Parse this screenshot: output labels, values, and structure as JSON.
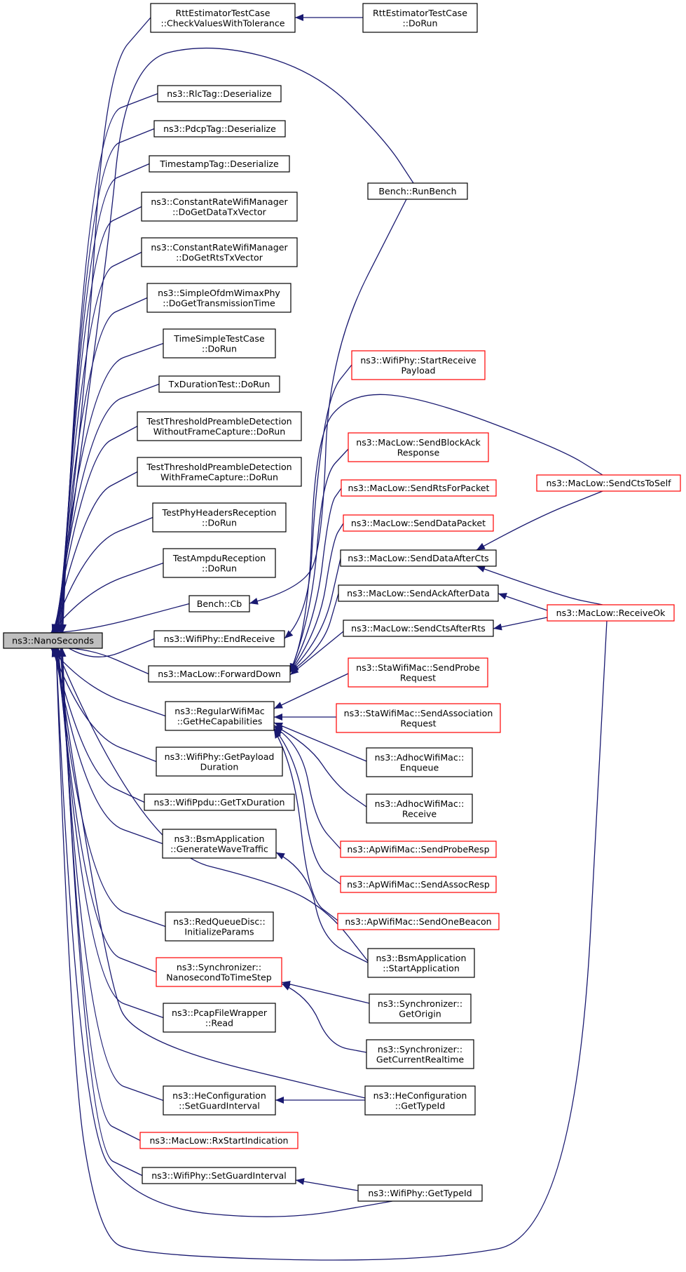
{
  "colors": {
    "edge": "#191970",
    "node_border": "#000000",
    "node_border_red": "#ff0000",
    "root_fill": "#bfbfbf",
    "node_fill": "#ffffff"
  },
  "nodes": [
    {
      "id": "nanoseconds",
      "lines": [
        "ns3::NanoSeconds"
      ],
      "style": "root"
    },
    {
      "id": "rtt-check",
      "lines": [
        "RttEstimatorTestCase",
        "::CheckValuesWithTolerance"
      ],
      "style": "normal"
    },
    {
      "id": "rtt-dorun",
      "lines": [
        "RttEstimatorTestCase",
        "::DoRun"
      ],
      "style": "normal"
    },
    {
      "id": "rlctag-deser",
      "lines": [
        "ns3::RlcTag::Deserialize"
      ],
      "style": "normal"
    },
    {
      "id": "pdcptag-deser",
      "lines": [
        "ns3::PdcpTag::Deserialize"
      ],
      "style": "normal"
    },
    {
      "id": "timestamptag-deser",
      "lines": [
        "TimestampTag::Deserialize"
      ],
      "style": "normal"
    },
    {
      "id": "crwm-data",
      "lines": [
        "ns3::ConstantRateWifiManager",
        "::DoGetDataTxVector"
      ],
      "style": "normal"
    },
    {
      "id": "crwm-rts",
      "lines": [
        "ns3::ConstantRateWifiManager",
        "::DoGetRtsTxVector"
      ],
      "style": "normal"
    },
    {
      "id": "simpleofdm",
      "lines": [
        "ns3::SimpleOfdmWimaxPhy",
        "::DoGetTransmissionTime"
      ],
      "style": "normal"
    },
    {
      "id": "timesimple",
      "lines": [
        "TimeSimpleTestCase",
        "::DoRun"
      ],
      "style": "normal"
    },
    {
      "id": "txduration",
      "lines": [
        "TxDurationTest::DoRun"
      ],
      "style": "normal"
    },
    {
      "id": "ttpd-without",
      "lines": [
        "TestThresholdPreambleDetection",
        "WithoutFrameCapture::DoRun"
      ],
      "style": "normal"
    },
    {
      "id": "ttpd-with",
      "lines": [
        "TestThresholdPreambleDetection",
        "WithFrameCapture::DoRun"
      ],
      "style": "normal"
    },
    {
      "id": "testphyheaders",
      "lines": [
        "TestPhyHeadersReception",
        "::DoRun"
      ],
      "style": "normal"
    },
    {
      "id": "testampdu",
      "lines": [
        "TestAmpduReception",
        "::DoRun"
      ],
      "style": "normal"
    },
    {
      "id": "bench-cb",
      "lines": [
        "Bench::Cb"
      ],
      "style": "normal"
    },
    {
      "id": "wifiphy-endreceive",
      "lines": [
        "ns3::WifiPhy::EndReceive"
      ],
      "style": "normal"
    },
    {
      "id": "maclow-forwarddown",
      "lines": [
        "ns3::MacLow::ForwardDown"
      ],
      "style": "normal"
    },
    {
      "id": "regularwifimac-hecap",
      "lines": [
        "ns3::RegularWifiMac",
        "::GetHeCapabilities"
      ],
      "style": "normal"
    },
    {
      "id": "wifiphy-payloadduration",
      "lines": [
        "ns3::WifiPhy::GetPayload",
        "Duration"
      ],
      "style": "normal"
    },
    {
      "id": "wifippdu-txduration",
      "lines": [
        "ns3::WifiPpdu::GetTxDuration"
      ],
      "style": "normal"
    },
    {
      "id": "bsm-generate",
      "lines": [
        "ns3::BsmApplication",
        "::GenerateWaveTraffic"
      ],
      "style": "normal"
    },
    {
      "id": "redqueue-init",
      "lines": [
        "ns3::RedQueueDisc::",
        "InitializeParams"
      ],
      "style": "normal"
    },
    {
      "id": "sync-nanotots",
      "lines": [
        "ns3::Synchronizer::",
        "NanosecondToTimeStep"
      ],
      "style": "red"
    },
    {
      "id": "pcap-read",
      "lines": [
        "ns3::PcapFileWrapper",
        "::Read"
      ],
      "style": "normal"
    },
    {
      "id": "heconfig-setguard",
      "lines": [
        "ns3::HeConfiguration",
        "::SetGuardInterval"
      ],
      "style": "normal"
    },
    {
      "id": "maclow-rxstart",
      "lines": [
        "ns3::MacLow::RxStartIndication"
      ],
      "style": "red"
    },
    {
      "id": "wifiphy-setguard",
      "lines": [
        "ns3::WifiPhy::SetGuardInterval"
      ],
      "style": "normal"
    },
    {
      "id": "bench-runbench",
      "lines": [
        "Bench::RunBench"
      ],
      "style": "normal"
    },
    {
      "id": "wifiphy-startreceive",
      "lines": [
        "ns3::WifiPhy::StartReceive",
        "Payload"
      ],
      "style": "red"
    },
    {
      "id": "maclow-sendblockack",
      "lines": [
        "ns3::MacLow::SendBlockAck",
        "Response"
      ],
      "style": "red"
    },
    {
      "id": "maclow-sendrts",
      "lines": [
        "ns3::MacLow::SendRtsForPacket"
      ],
      "style": "red"
    },
    {
      "id": "maclow-senddata",
      "lines": [
        "ns3::MacLow::SendDataPacket"
      ],
      "style": "red"
    },
    {
      "id": "maclow-senddataaftercts",
      "lines": [
        "ns3::MacLow::SendDataAfterCts"
      ],
      "style": "normal"
    },
    {
      "id": "maclow-sendackafterdata",
      "lines": [
        "ns3::MacLow::SendAckAfterData"
      ],
      "style": "normal"
    },
    {
      "id": "maclow-sendctsafterrts",
      "lines": [
        "ns3::MacLow::SendCtsAfterRts"
      ],
      "style": "normal"
    },
    {
      "id": "stawifimac-probe",
      "lines": [
        "ns3::StaWifiMac::SendProbe",
        "Request"
      ],
      "style": "red"
    },
    {
      "id": "stawifimac-assoc",
      "lines": [
        "ns3::StaWifiMac::SendAssociation",
        "Request"
      ],
      "style": "red"
    },
    {
      "id": "adhoc-enqueue",
      "lines": [
        "ns3::AdhocWifiMac::",
        "Enqueue"
      ],
      "style": "normal"
    },
    {
      "id": "adhoc-receive",
      "lines": [
        "ns3::AdhocWifiMac::",
        "Receive"
      ],
      "style": "normal"
    },
    {
      "id": "ap-proberesp",
      "lines": [
        "ns3::ApWifiMac::SendProbeResp"
      ],
      "style": "red"
    },
    {
      "id": "ap-assocresp",
      "lines": [
        "ns3::ApWifiMac::SendAssocResp"
      ],
      "style": "red"
    },
    {
      "id": "ap-onebeacon",
      "lines": [
        "ns3::ApWifiMac::SendOneBeacon"
      ],
      "style": "red"
    },
    {
      "id": "bsm-start",
      "lines": [
        "ns3::BsmApplication",
        "::StartApplication"
      ],
      "style": "normal"
    },
    {
      "id": "sync-getorigin",
      "lines": [
        "ns3::Synchronizer::",
        "GetOrigin"
      ],
      "style": "normal"
    },
    {
      "id": "sync-getcurrent",
      "lines": [
        "ns3::Synchronizer::",
        "GetCurrentRealtime"
      ],
      "style": "normal"
    },
    {
      "id": "heconfig-gettypeid",
      "lines": [
        "ns3::HeConfiguration",
        "::GetTypeId"
      ],
      "style": "normal"
    },
    {
      "id": "wifiphy-gettypeid",
      "lines": [
        "ns3::WifiPhy::GetTypeId"
      ],
      "style": "normal"
    },
    {
      "id": "maclow-sendctstoself",
      "lines": [
        "ns3::MacLow::SendCtsToSelf"
      ],
      "style": "red"
    },
    {
      "id": "maclow-receiveok",
      "lines": [
        "ns3::MacLow::ReceiveOk"
      ],
      "style": "red"
    }
  ],
  "edges": [
    [
      "nanoseconds",
      "rtt-check"
    ],
    [
      "nanoseconds",
      "bench-runbench"
    ],
    [
      "nanoseconds",
      "rlctag-deser"
    ],
    [
      "nanoseconds",
      "pdcptag-deser"
    ],
    [
      "nanoseconds",
      "timestamptag-deser"
    ],
    [
      "nanoseconds",
      "crwm-data"
    ],
    [
      "nanoseconds",
      "crwm-rts"
    ],
    [
      "nanoseconds",
      "simpleofdm"
    ],
    [
      "nanoseconds",
      "timesimple"
    ],
    [
      "nanoseconds",
      "txduration"
    ],
    [
      "nanoseconds",
      "ttpd-without"
    ],
    [
      "nanoseconds",
      "ttpd-with"
    ],
    [
      "nanoseconds",
      "testphyheaders"
    ],
    [
      "nanoseconds",
      "testampdu"
    ],
    [
      "nanoseconds",
      "bench-cb"
    ],
    [
      "nanoseconds",
      "wifiphy-endreceive"
    ],
    [
      "nanoseconds",
      "maclow-forwarddown"
    ],
    [
      "nanoseconds",
      "regularwifimac-hecap"
    ],
    [
      "nanoseconds",
      "wifiphy-payloadduration"
    ],
    [
      "nanoseconds",
      "wifippdu-txduration"
    ],
    [
      "nanoseconds",
      "bsm-generate"
    ],
    [
      "nanoseconds",
      "bsm-start"
    ],
    [
      "nanoseconds",
      "redqueue-init"
    ],
    [
      "nanoseconds",
      "sync-nanotots"
    ],
    [
      "nanoseconds",
      "pcap-read"
    ],
    [
      "nanoseconds",
      "heconfig-gettypeid"
    ],
    [
      "nanoseconds",
      "heconfig-setguard"
    ],
    [
      "nanoseconds",
      "maclow-rxstart"
    ],
    [
      "nanoseconds",
      "wifiphy-setguard"
    ],
    [
      "nanoseconds",
      "wifiphy-gettypeid"
    ],
    [
      "nanoseconds",
      "maclow-receiveok"
    ],
    [
      "rtt-check",
      "rtt-dorun"
    ],
    [
      "bench-cb",
      "bench-runbench"
    ],
    [
      "wifiphy-endreceive",
      "wifiphy-startreceive"
    ],
    [
      "maclow-forwarddown",
      "maclow-sendctstoself"
    ],
    [
      "maclow-forwarddown",
      "maclow-sendblockack"
    ],
    [
      "maclow-forwarddown",
      "maclow-sendrts"
    ],
    [
      "maclow-forwarddown",
      "maclow-senddata"
    ],
    [
      "maclow-forwarddown",
      "maclow-senddataaftercts"
    ],
    [
      "maclow-forwarddown",
      "maclow-sendackafterdata"
    ],
    [
      "maclow-forwarddown",
      "maclow-sendctsafterrts"
    ],
    [
      "maclow-senddataaftercts",
      "maclow-sendctstoself"
    ],
    [
      "maclow-senddataaftercts",
      "maclow-receiveok"
    ],
    [
      "maclow-sendackafterdata",
      "maclow-receiveok"
    ],
    [
      "maclow-sendctsafterrts",
      "maclow-receiveok"
    ],
    [
      "regularwifimac-hecap",
      "stawifimac-probe"
    ],
    [
      "regularwifimac-hecap",
      "stawifimac-assoc"
    ],
    [
      "regularwifimac-hecap",
      "adhoc-enqueue"
    ],
    [
      "regularwifimac-hecap",
      "adhoc-receive"
    ],
    [
      "regularwifimac-hecap",
      "ap-proberesp"
    ],
    [
      "regularwifimac-hecap",
      "ap-assocresp"
    ],
    [
      "regularwifimac-hecap",
      "ap-onebeacon"
    ],
    [
      "bsm-generate",
      "bsm-start"
    ],
    [
      "sync-nanotots",
      "sync-getorigin"
    ],
    [
      "sync-nanotots",
      "sync-getcurrent"
    ],
    [
      "heconfig-setguard",
      "heconfig-gettypeid"
    ],
    [
      "wifiphy-setguard",
      "wifiphy-gettypeid"
    ]
  ]
}
